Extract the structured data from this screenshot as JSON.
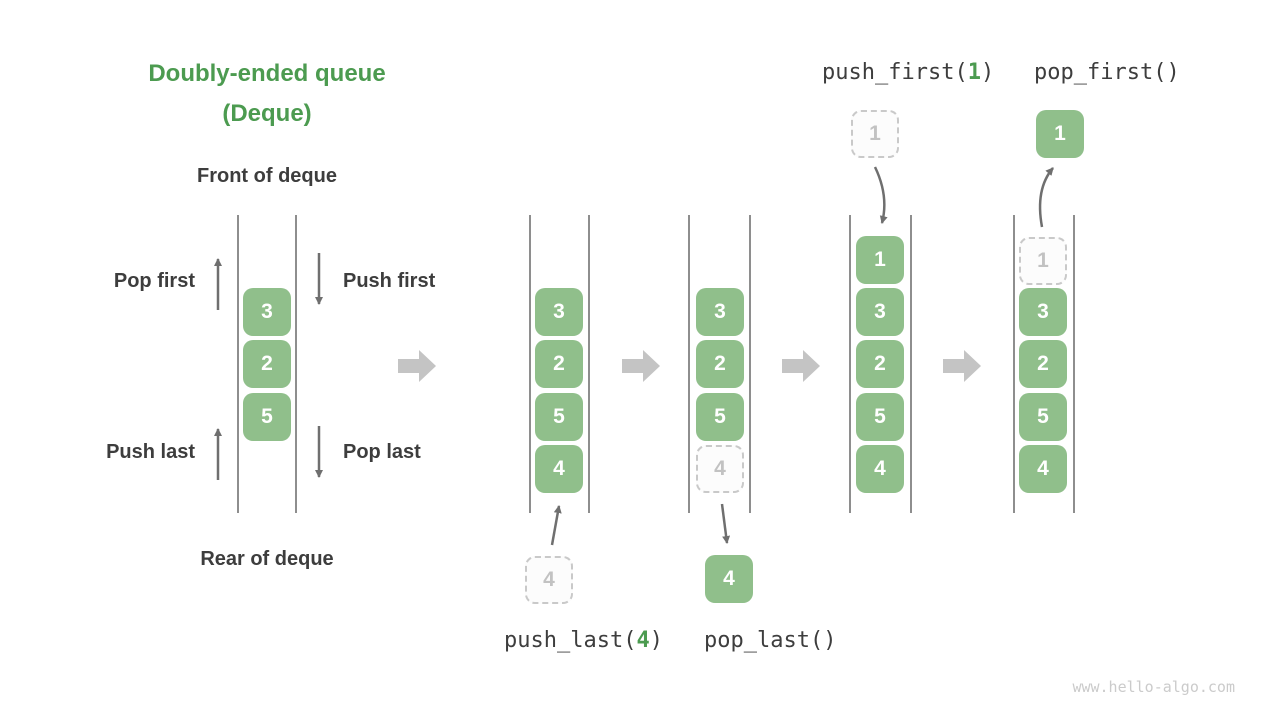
{
  "palette": {
    "green_box": "#90BF8B",
    "green_dark": "#4C9B50",
    "text_dark": "#3D3D3D",
    "gray_arrow": "#6F6F6F",
    "gray_block_arrow": "#C4C4C4",
    "gray_line": "#8E8E8E",
    "dashed_border": "#C9C9C9",
    "dashed_text": "#C2C2C2",
    "dashed_fill": "#FCFCFC",
    "watermark": "#CBCBCB",
    "box_text": "#FFFFFF"
  },
  "title": {
    "line1": "Doubly-ended queue",
    "line2": "(Deque)"
  },
  "labels": {
    "front": "Front of deque",
    "rear": "Rear of deque",
    "pop_first": "Pop first",
    "push_first": "Push first",
    "push_last": "Push last",
    "pop_last": "Pop last"
  },
  "operations": {
    "push_first": {
      "prefix": "push_first(",
      "arg": "1",
      "suffix": ")"
    },
    "pop_first": {
      "text": "pop_first()"
    },
    "push_last": {
      "prefix": "push_last(",
      "arg": "4",
      "suffix": ")"
    },
    "pop_last": {
      "text": "pop_last()"
    }
  },
  "columns": [
    {
      "id": "initial",
      "boxes": [
        "3",
        "2",
        "5"
      ]
    },
    {
      "id": "push-last-state",
      "boxes": [
        "3",
        "2",
        "5",
        "4"
      ],
      "incoming": "4"
    },
    {
      "id": "pop-last-state",
      "boxes": [
        "3",
        "2",
        "5"
      ],
      "ghost": "4",
      "outgoing": "4"
    },
    {
      "id": "push-first-state",
      "boxes": [
        "1",
        "3",
        "2",
        "5",
        "4"
      ],
      "incoming": "1"
    },
    {
      "id": "pop-first-state",
      "boxes": [
        "3",
        "2",
        "5",
        "4"
      ],
      "ghost": "1",
      "outgoing": "1"
    }
  ],
  "watermark": "www.hello-algo.com"
}
